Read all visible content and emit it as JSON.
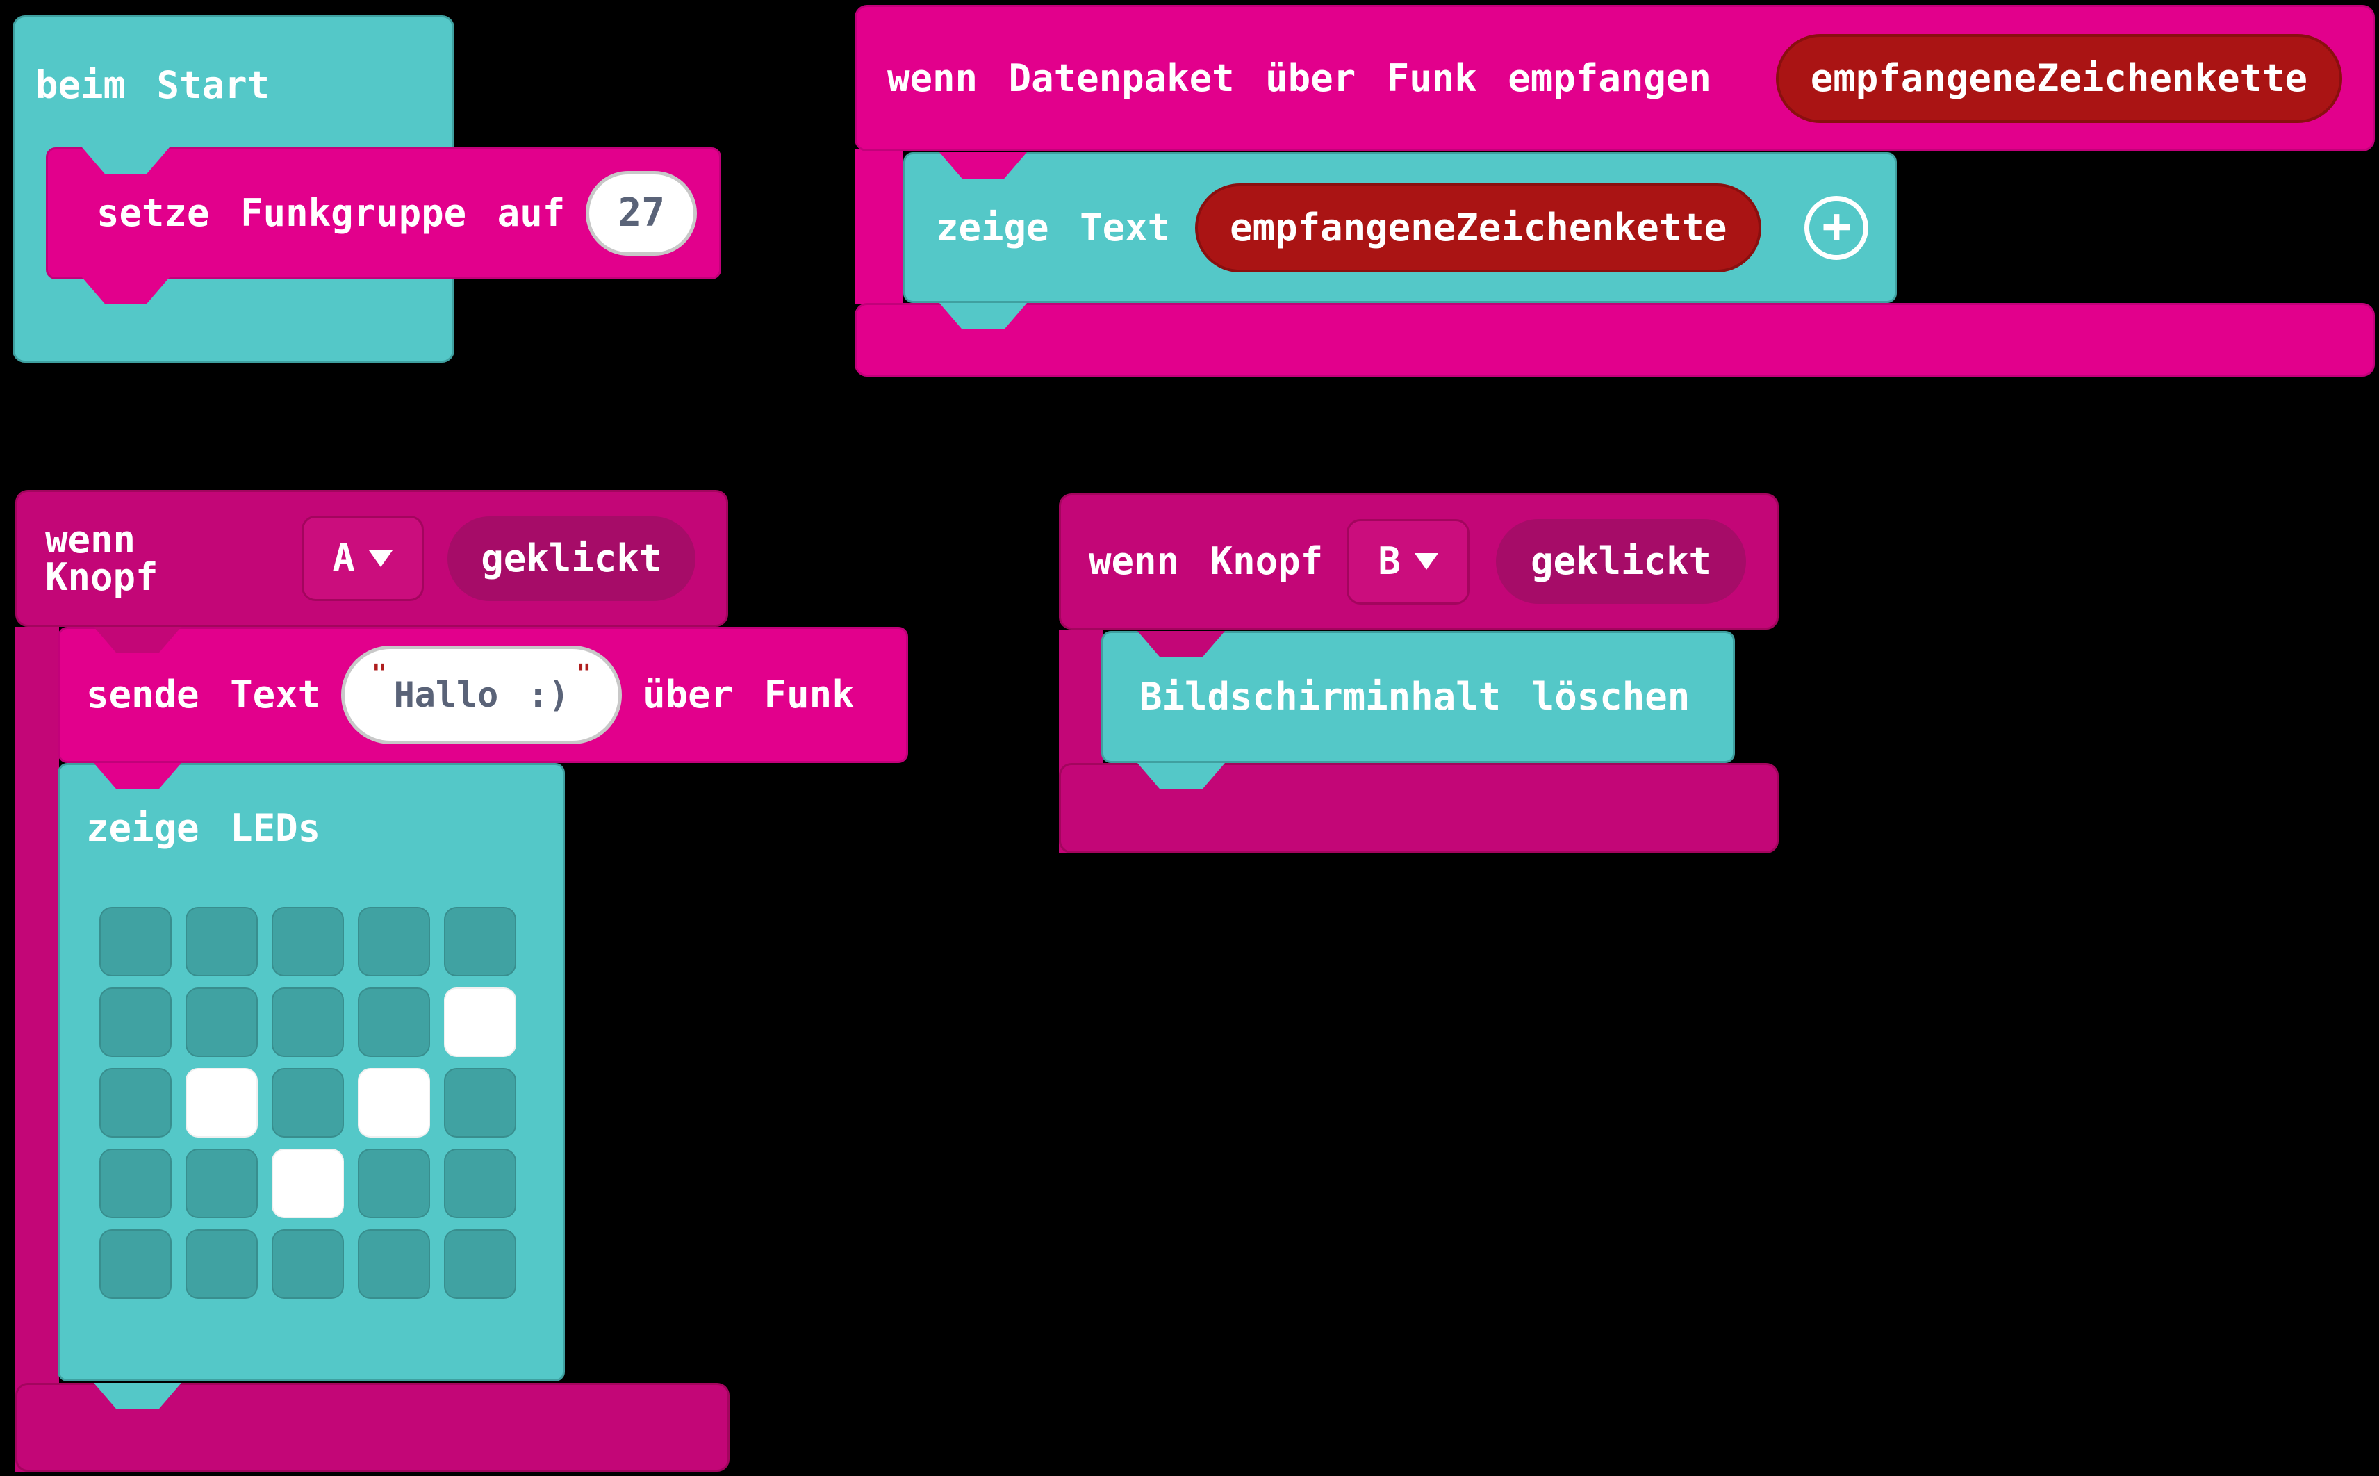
{
  "colors": {
    "canvas": "#000000",
    "teal": "#54C8C8",
    "teal_border": "#3FA0A0",
    "teal_off": "#40A2A2",
    "pink": "#E2008C",
    "pink_border": "#C2017A",
    "pink_event": "#C30677",
    "pink_event_border": "#A3055E",
    "pill": "#A60C68",
    "dropdown_fill": "#CB0D7D",
    "red": "#AA1414",
    "red_border": "#8A0F0F",
    "white": "#FFFFFF",
    "slate": "#5A6378",
    "quote": "#AF1E1E",
    "oval_border": "#C8C8C8"
  },
  "blocks": {
    "on_start": {
      "label": "beim Start"
    },
    "set_radio_group": {
      "label": "setze Funkgruppe auf",
      "value": "27"
    },
    "on_radio_received": {
      "label": "wenn Datenpaket über Funk empfangen",
      "param": "empfangeneZeichenkette"
    },
    "show_string": {
      "label": "zeige Text",
      "param": "empfangeneZeichenkette",
      "expand_icon": "+"
    },
    "on_button_a": {
      "label": "wenn Knopf",
      "button": "A",
      "suffix": "geklickt"
    },
    "radio_send_string": {
      "label": "sende Text",
      "quote": "\"",
      "value": "Hallo :)",
      "suffix": "über Funk"
    },
    "show_leds": {
      "label": "zeige LEDs",
      "grid": [
        [
          0,
          0,
          0,
          0,
          0
        ],
        [
          0,
          0,
          0,
          0,
          1
        ],
        [
          0,
          1,
          0,
          1,
          0
        ],
        [
          0,
          0,
          1,
          0,
          0
        ],
        [
          0,
          0,
          0,
          0,
          0
        ]
      ]
    },
    "on_button_b": {
      "label": "wenn Knopf",
      "button": "B",
      "suffix": "geklickt"
    },
    "clear_screen": {
      "label": "Bildschirminhalt löschen"
    }
  }
}
